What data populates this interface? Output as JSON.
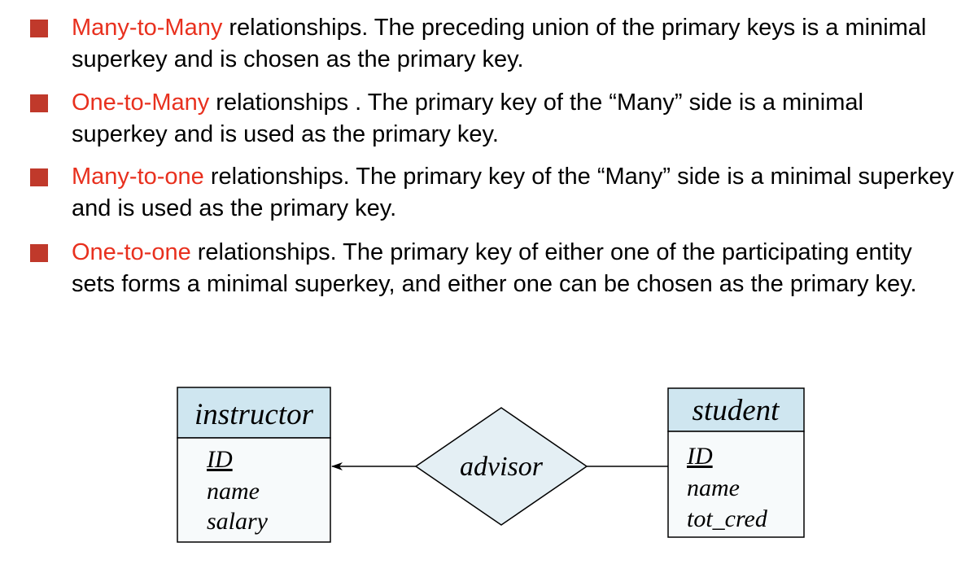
{
  "bullets": [
    {
      "term": "Many-to-Many",
      "rest": " relationships.   The preceding union of the primary keys is a minimal superkey and is chosen  as the primary key."
    },
    {
      "term": "One-to-Many",
      "rest": " relationships . The primary key of the “Many” side is a minimal superkey and is used as the primary key."
    },
    {
      "term": "Many-to-one",
      "rest": " relationships. The primary key of the “Many” side is a minimal superkey and is used as the primary key."
    },
    {
      "term": "One-to-one",
      "rest": " relationships. The primary key of either one of the participating entity sets forms a minimal superkey, and either one can be chosen as the primary key."
    }
  ],
  "diagram": {
    "left_entity": {
      "name": "instructor",
      "attributes": [
        "ID",
        "name",
        "salary"
      ]
    },
    "relationship": "advisor",
    "right_entity": {
      "name": "student",
      "attributes": [
        "ID",
        "name",
        "tot_cred"
      ]
    }
  },
  "colors": {
    "bullet_marker": "#c0392b",
    "term_text": "#e8301e",
    "entity_header_fill": "#cfe6f0",
    "entity_body_fill": "#f7fafb",
    "relationship_fill": "#e4eff4"
  }
}
